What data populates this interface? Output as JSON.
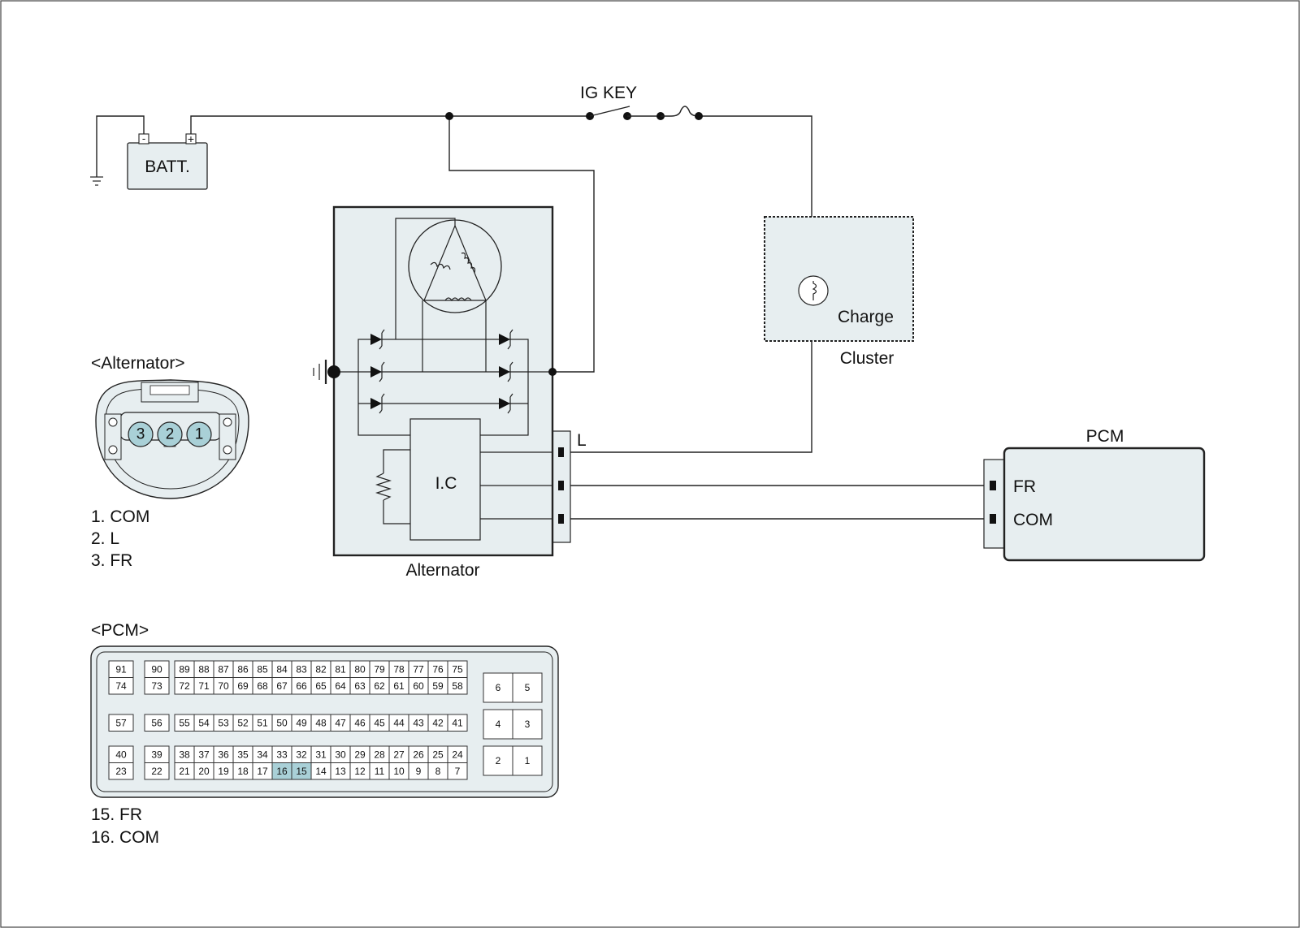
{
  "labels": {
    "ig_key": "IG KEY",
    "battery": "BATT.",
    "batt_neg": "-",
    "batt_pos": "+",
    "alternator": "Alternator",
    "ic": "I.C",
    "charge": "Charge",
    "cluster": "Cluster",
    "pcm": "PCM",
    "alt_pin_l": "L",
    "pcm_fr": "FR",
    "pcm_com": "COM"
  },
  "alt_connector": {
    "title": "<Alternator>",
    "pins": [
      "3",
      "2",
      "1"
    ],
    "legend": [
      "1. COM",
      "2. L",
      "3. FR"
    ]
  },
  "pcm_connector": {
    "title": "<PCM>",
    "legend": [
      "15. FR",
      "16. COM"
    ],
    "highlighted": [
      "16",
      "15"
    ],
    "top_block": [
      [
        "91",
        "90",
        "89",
        "88",
        "87",
        "86",
        "85",
        "84",
        "83",
        "82",
        "81",
        "80",
        "79",
        "78",
        "77",
        "76",
        "75"
      ],
      [
        "74",
        "73",
        "72",
        "71",
        "70",
        "69",
        "68",
        "67",
        "66",
        "65",
        "64",
        "63",
        "62",
        "61",
        "60",
        "59",
        "58"
      ]
    ],
    "mid_block": [
      [
        "57",
        "56",
        "55",
        "54",
        "53",
        "52",
        "51",
        "50",
        "49",
        "48",
        "47",
        "46",
        "45",
        "44",
        "43",
        "42",
        "41"
      ]
    ],
    "bottom_block": [
      [
        "40",
        "39",
        "38",
        "37",
        "36",
        "35",
        "34",
        "33",
        "32",
        "31",
        "30",
        "29",
        "28",
        "27",
        "26",
        "25",
        "24"
      ],
      [
        "23",
        "22",
        "21",
        "20",
        "19",
        "18",
        "17",
        "16",
        "15",
        "14",
        "13",
        "12",
        "11",
        "10",
        "9",
        "8",
        "7"
      ]
    ],
    "right_block": [
      [
        "6",
        "5"
      ],
      [
        "4",
        "3"
      ],
      [
        "2",
        "1"
      ]
    ]
  },
  "colors": {
    "fill": "#e7eef0",
    "highlight": "#a9d0d7",
    "line": "#222222"
  }
}
